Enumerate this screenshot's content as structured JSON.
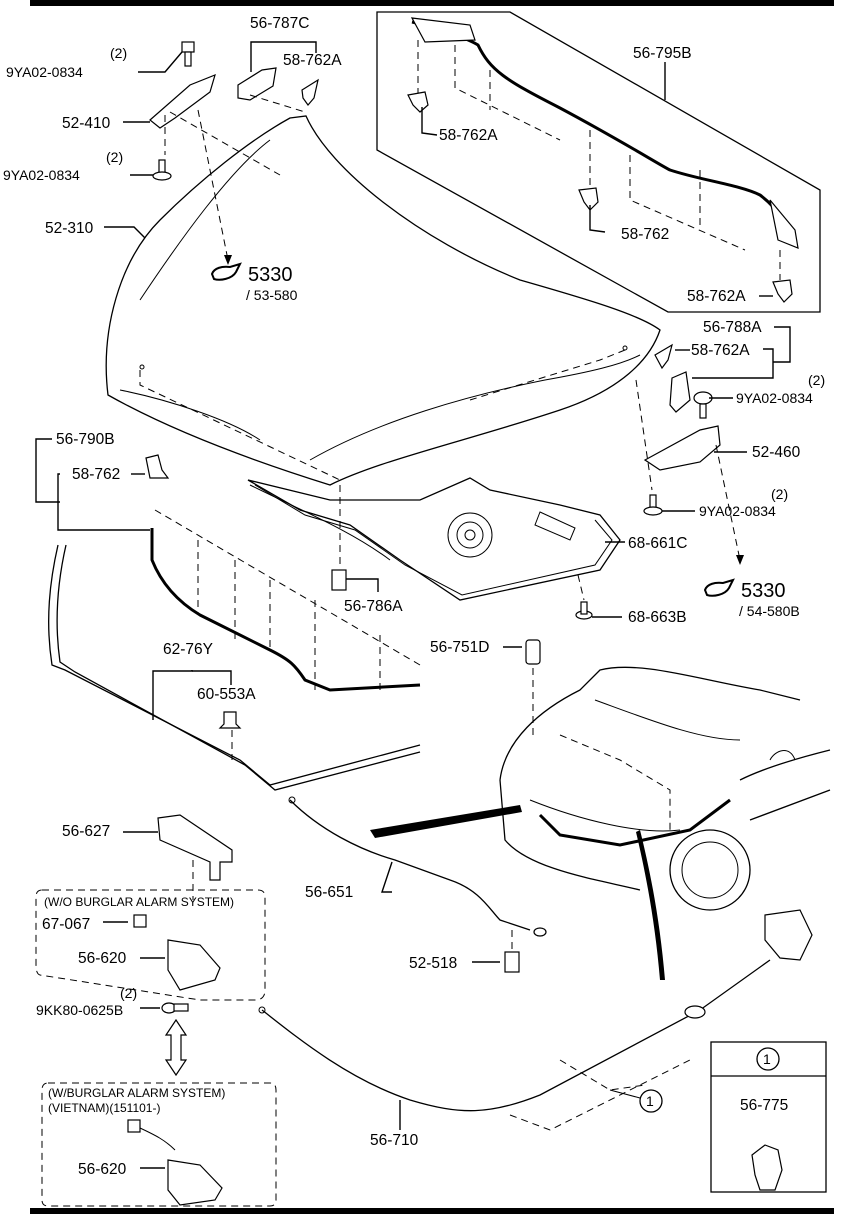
{
  "diagram": {
    "title": "Hood & Hood Lock Parts Diagram",
    "parts": {
      "hood_hinge_bolt_top_left": {
        "qty": "(2)",
        "number": "9YA02-0834"
      },
      "hood_hinge_left": {
        "number": "52-410"
      },
      "hood_hinge_bolt_lower_left": {
        "qty": "(2)",
        "number": "9YA02-0834"
      },
      "hood_panel": {
        "number": "52-310"
      },
      "seal_left_bracket": {
        "number": "56-787C"
      },
      "clip_left_top": {
        "number": "58-762A"
      },
      "rear_seal": {
        "number": "56-795B"
      },
      "rear_seal_clip_left": {
        "number": "58-762A"
      },
      "rear_seal_clip_center": {
        "number": "58-762"
      },
      "rear_seal_clip_right": {
        "number": "58-762A"
      },
      "ref_left": {
        "section": "5330",
        "sub": "/ 53-580"
      },
      "seal_right_bracket": {
        "number": "56-788A"
      },
      "clip_right": {
        "number": "58-762A"
      },
      "hood_hinge_bolt_top_right": {
        "qty": "(2)",
        "number": "9YA02-0834"
      },
      "hood_hinge_right": {
        "number": "52-460"
      },
      "hood_hinge_bolt_lower_right": {
        "qty": "(2)",
        "number": "9YA02-0834"
      },
      "hood_insulator": {
        "number": "68-661C"
      },
      "insulator_clip": {
        "number": "68-663B"
      },
      "ref_right": {
        "section": "5330",
        "sub": "/ 54-580B"
      },
      "front_seal": {
        "number": "56-790B"
      },
      "front_seal_clip": {
        "number": "58-762"
      },
      "hood_bumper": {
        "number": "56-786A"
      },
      "radiator_seal": {
        "number": "62-76Y"
      },
      "radiator_seal_clip": {
        "number": "60-553A"
      },
      "hood_cushion": {
        "number": "56-751D"
      },
      "latch_cover": {
        "number": "56-627"
      },
      "hood_support_rod": {
        "number": "56-651"
      },
      "rod_holder": {
        "number": "52-518"
      },
      "release_cable": {
        "number": "56-710"
      },
      "cable_clip_callout": {
        "marker": "1"
      },
      "latch_bolt": {
        "qty": "(2)",
        "number": "9KK80-0625B"
      }
    },
    "variant_without_alarm": {
      "heading": "(W/O BURGLAR ALARM SYSTEM)",
      "switch": "67-067",
      "latch": "56-620"
    },
    "variant_with_alarm": {
      "heading_line1": "(W/BURGLAR ALARM SYSTEM)",
      "heading_line2": "(VIETNAM)(151101-)",
      "latch": "56-620"
    },
    "legend_box": {
      "marker": "1",
      "part": "56-775"
    }
  }
}
